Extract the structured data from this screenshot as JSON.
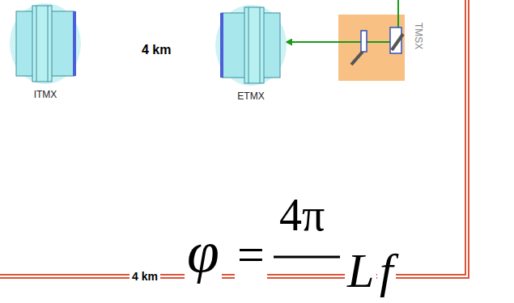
{
  "diagram": {
    "nodes": [
      {
        "text": [
          "ITMX"
        ]
      },
      {
        "text": [
          "ETMX"
        ]
      },
      {
        "text": [
          "TMSX"
        ]
      }
    ],
    "edges": [
      {
        "from": 2,
        "to": 1,
        "arrow": "to"
      }
    ],
    "labels": [
      "4 km",
      "4 km",
      "φ",
      "=",
      "4π",
      "L",
      "f"
    ]
  }
}
